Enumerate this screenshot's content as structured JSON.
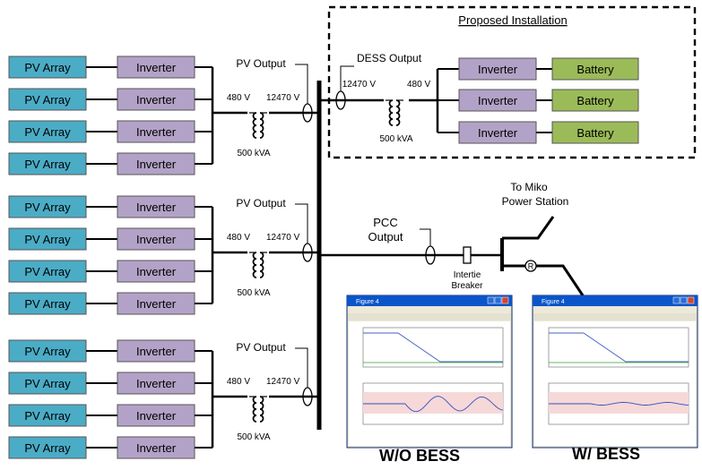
{
  "labels": {
    "pv_array": "PV Array",
    "inverter": "Inverter",
    "battery": "Battery",
    "pv_output": "PV Output",
    "dess_output": "DESS Output",
    "v_low": "480 V",
    "v_high": "12470 V",
    "rating": "500 kVA",
    "proposed_installation": "Proposed Installation",
    "pcc_output_1": "PCC",
    "pcc_output_2": "Output",
    "breaker_1": "Intertie",
    "breaker_2": "Breaker",
    "to_miko_1": "To Miko",
    "to_miko_2": "Power Station",
    "relay_symbol": "R",
    "wo_bess": "W/O BESS",
    "w_bess": "W/ BESS"
  },
  "colors": {
    "pv_array": "#4bacc6",
    "inverter": "#b3a2c7",
    "battery": "#9bbb59",
    "line": "#000000"
  },
  "plot_windows": [
    {
      "title": "Figure 4"
    },
    {
      "title": "Figure 4"
    }
  ]
}
